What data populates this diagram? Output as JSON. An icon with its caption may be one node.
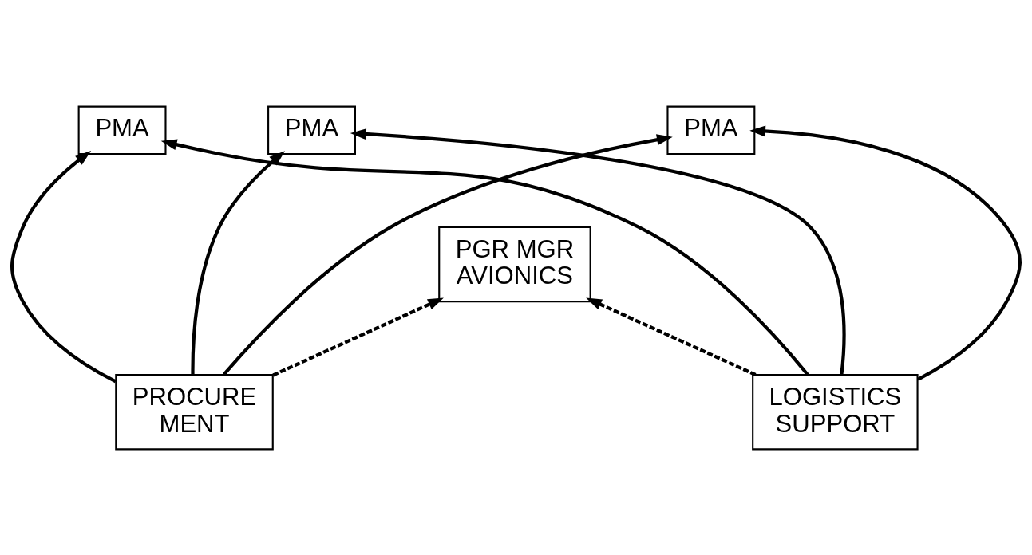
{
  "diagram": {
    "nodes": [
      {
        "text": [
          "PMA"
        ]
      },
      {
        "text": [
          "PMA"
        ]
      },
      {
        "text": [
          "PMA"
        ]
      },
      {
        "text": [
          "PGR MGR AVIONICS"
        ]
      },
      {
        "text": [
          "PROCURE MENT"
        ]
      },
      {
        "text": [
          "LOGISTICS SUPPORT"
        ]
      }
    ],
    "edges": [
      {
        "from": 4,
        "to": 0,
        "arrow": "to"
      },
      {
        "from": 4,
        "to": 1,
        "arrow": "to"
      },
      {
        "from": 4,
        "to": 2,
        "arrow": "to"
      },
      {
        "from": 5,
        "to": 0,
        "arrow": "to"
      },
      {
        "from": 5,
        "to": 1,
        "arrow": "to"
      },
      {
        "from": 5,
        "to": 2,
        "arrow": "to"
      },
      {
        "from": 4,
        "to": 3,
        "arrow": "to",
        "style": "dashed"
      },
      {
        "from": 5,
        "to": 3,
        "arrow": "to",
        "style": "dashed"
      }
    ]
  }
}
